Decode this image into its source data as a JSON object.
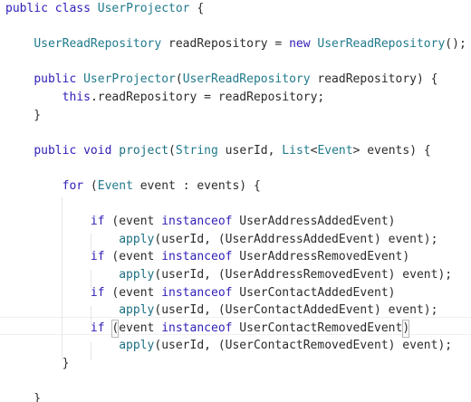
{
  "editor": {
    "lines": [
      [
        {
          "t": "public",
          "c": "kw"
        },
        {
          "t": " "
        },
        {
          "t": "class",
          "c": "kw"
        },
        {
          "t": " "
        },
        {
          "t": "UserProjector",
          "c": "ty"
        },
        {
          "t": " {"
        }
      ],
      [],
      [
        {
          "t": "    "
        },
        {
          "t": "UserReadRepository",
          "c": "ty"
        },
        {
          "t": " readRepository = "
        },
        {
          "t": "new",
          "c": "kw"
        },
        {
          "t": " "
        },
        {
          "t": "UserReadRepository",
          "c": "ty"
        },
        {
          "t": "();"
        }
      ],
      [],
      [
        {
          "t": "    "
        },
        {
          "t": "public",
          "c": "kw"
        },
        {
          "t": " "
        },
        {
          "t": "UserProjector",
          "c": "ty"
        },
        {
          "t": "("
        },
        {
          "t": "UserReadRepository",
          "c": "ty"
        },
        {
          "t": " readRepository) {"
        }
      ],
      [
        {
          "t": "        "
        },
        {
          "t": "this",
          "c": "kw"
        },
        {
          "t": ".readRepository = readRepository;"
        }
      ],
      [
        {
          "t": "    }"
        }
      ],
      [],
      [
        {
          "t": "    "
        },
        {
          "t": "public",
          "c": "kw"
        },
        {
          "t": " "
        },
        {
          "t": "void",
          "c": "kw"
        },
        {
          "t": " "
        },
        {
          "t": "project",
          "c": "fn"
        },
        {
          "t": "("
        },
        {
          "t": "String",
          "c": "ty"
        },
        {
          "t": " userId, "
        },
        {
          "t": "List",
          "c": "ty"
        },
        {
          "t": "<"
        },
        {
          "t": "Event",
          "c": "ty"
        },
        {
          "t": "> events) {"
        }
      ],
      [],
      [
        {
          "t": "        "
        },
        {
          "t": "for",
          "c": "kw"
        },
        {
          "t": " ("
        },
        {
          "t": "Event",
          "c": "ty"
        },
        {
          "t": " event : events) {"
        }
      ],
      [],
      [
        {
          "t": "            "
        },
        {
          "t": "if",
          "c": "kw"
        },
        {
          "t": " (event "
        },
        {
          "t": "instanceof",
          "c": "kw"
        },
        {
          "t": " UserAddressAddedEvent)"
        }
      ],
      [
        {
          "t": "                "
        },
        {
          "t": "apply",
          "c": "fn"
        },
        {
          "t": "(userId, (UserAddressAddedEvent) event);"
        }
      ],
      [
        {
          "t": "            "
        },
        {
          "t": "if",
          "c": "kw"
        },
        {
          "t": " (event "
        },
        {
          "t": "instanceof",
          "c": "kw"
        },
        {
          "t": " UserAddressRemovedEvent)"
        }
      ],
      [
        {
          "t": "                "
        },
        {
          "t": "apply",
          "c": "fn"
        },
        {
          "t": "(userId, (UserAddressRemovedEvent) event);"
        }
      ],
      [
        {
          "t": "            "
        },
        {
          "t": "if",
          "c": "kw"
        },
        {
          "t": " (event "
        },
        {
          "t": "instanceof",
          "c": "kw"
        },
        {
          "t": " UserContactAddedEvent)"
        }
      ],
      [
        {
          "t": "                "
        },
        {
          "t": "apply",
          "c": "fn"
        },
        {
          "t": "(userId, (UserContactAddedEvent) event);"
        }
      ],
      [
        {
          "t": "            "
        },
        {
          "t": "if",
          "c": "kw"
        },
        {
          "t": " "
        },
        {
          "t": "(",
          "c": "bracket"
        },
        {
          "t": "event "
        },
        {
          "t": "instanceof",
          "c": "kw"
        },
        {
          "t": " UserContactRemovedEvent"
        },
        {
          "t": ")",
          "c": "bracket"
        }
      ],
      [
        {
          "t": "                "
        },
        {
          "t": "apply",
          "c": "fn"
        },
        {
          "t": "(userId, (UserContactRemovedEvent) event);"
        }
      ],
      [
        {
          "t": "        }"
        }
      ],
      [],
      [
        {
          "t": "    }"
        }
      ]
    ]
  }
}
